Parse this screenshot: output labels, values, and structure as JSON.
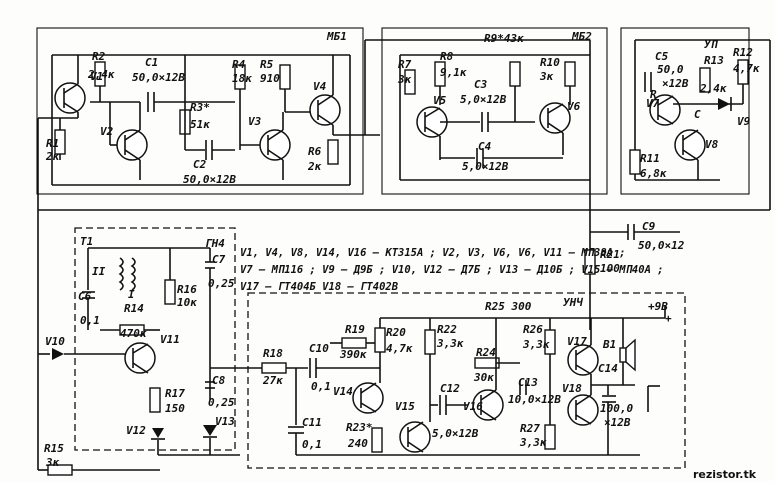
{
  "modules": {
    "mb1": "МБ1",
    "mb2": "МБ2",
    "up": "УП",
    "unch": "УНЧ"
  },
  "components": {
    "V1": "V1",
    "V2": "V2",
    "V3": "V3",
    "V4": "V4",
    "V5": "V5",
    "V6": "V6",
    "V7": "V7",
    "V8": "V8",
    "V9": "V9",
    "V10": "V10",
    "V11": "V11",
    "V12": "V12",
    "V13": "V13",
    "V14": "V14",
    "V15": "V15",
    "V16": "V16",
    "V17": "V17",
    "V18": "V18",
    "R1": "R1",
    "R1v": "2к",
    "R2": "R2",
    "R2v": "2,4к",
    "R3": "R3*",
    "R3v": "51к",
    "R4": "R4",
    "R4v": "18к",
    "R5": "R5",
    "R5v": "910",
    "R6": "R6",
    "R6v": "2к",
    "R7": "R7",
    "R7v": "3к",
    "R8": "R8",
    "R8v": "9,1к",
    "R9": "R9*43к",
    "R10": "R10",
    "R10v": "3к",
    "R11": "R11",
    "R11v": "6,8к",
    "R12": "R12",
    "R12v": "4,7к",
    "R13": "R13",
    "R13v": "2,4к",
    "R14": "R14",
    "R14v": "470к",
    "R15": "R15",
    "R15v": "3к",
    "R16": "R16",
    "R16v": "10к",
    "R17": "R17",
    "R17v": "150",
    "R18": "R18",
    "R18v": "27к",
    "R19": "R19",
    "R19v": "390к",
    "R20": "R20",
    "R20v": "4,7к",
    "R21": "R21",
    "R21v": "100",
    "R22": "R22",
    "R22v": "3,3к",
    "R23": "R23*",
    "R23v": "240",
    "R24": "R24",
    "R24v": "30к",
    "R25": "R25 300",
    "R26": "R26",
    "R26v": "3,3к",
    "R27": "R27",
    "R27v": "3,3к",
    "C1": "C1",
    "C1v": "50,0×12В",
    "C2": "C2",
    "C2v": "50,0×12В",
    "C3": "C3",
    "C3v": "5,0×12В",
    "C4": "C4",
    "C4v": "5,0×12В",
    "C5": "C5",
    "C5v": "50,0",
    "C5v2": "×12В",
    "C6": "C6",
    "C6v": "0,1",
    "C7": "C7",
    "C7v": "0,25",
    "C8": "C8",
    "C8v": "0,25",
    "C9": "C9",
    "C9v": "50,0×12",
    "C10": "C10",
    "C10v": "0,1",
    "C11": "C11",
    "C11v": "0,1",
    "C12": "C12",
    "C12v": "5,0×12В",
    "C13": "C13",
    "C13v": "10,0×12В",
    "C14": "C14",
    "C14v": "100,0",
    "C14v2": "×12В",
    "T1": "T1",
    "T1w2": "II",
    "T1w1": "I",
    "GN4": "ГН4",
    "B1": "B1",
    "Rlbl": "R",
    "Clbl": "C",
    "supply": "+9В",
    "plus": "+"
  },
  "legend": [
    "V1, V4, V8, V14, V16 – КТ315А ; V2, V3, V6, V6, V11 – МП38А ;",
    "V7 – МП116 ;  V9 – Д9Б ;  V10, V12 – Д7Б ;  V13 – Д10Б ;  V15 – МП40А ;",
    "V17 – ГТ404Б    V18 – ГТ402В"
  ],
  "watermark": "rezistor.tk"
}
